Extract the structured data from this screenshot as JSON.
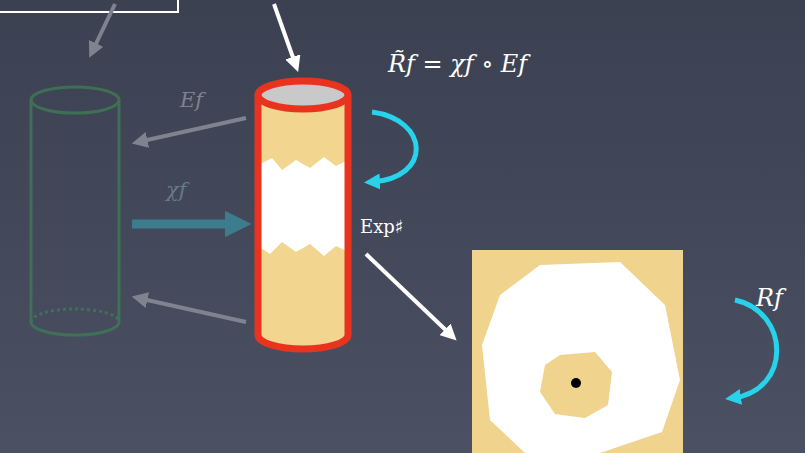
{
  "diagram": {
    "labels": [
      "R̃f = χf ∘ Ef",
      "Ef",
      "χf",
      "Exp♯",
      "Rf"
    ]
  }
}
